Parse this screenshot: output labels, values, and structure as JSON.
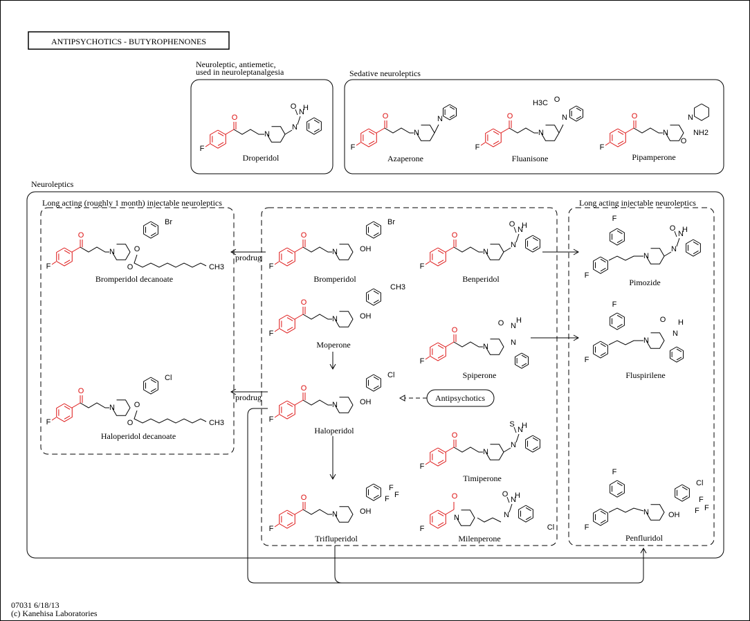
{
  "title": "ANTIPSYCHOTICS - BUTYROPHENONES",
  "footer": {
    "id_date": "07031 6/18/13",
    "copyright": "(c) Kanehisa Laboratories"
  },
  "groups": {
    "neuroleptanalgesia": "Neuroleptic,  antiemetic,\nused in neuroleptanalgesia",
    "sedative": "Sedative neuroleptics",
    "neuroleptics": "Neuroleptics",
    "long_acting_monthly": "Long acting (roughly 1 month) injectable neuroleptics",
    "long_acting": "Long acting injectable neuroleptics"
  },
  "compounds": {
    "droperidol": "Droperidol",
    "azaperone": "Azaperone",
    "fluanisone": "Fluanisone",
    "pipamperone": "Pipamperone",
    "bromperidol_decanoate": "Bromperidol decanoate",
    "haloperidol_decanoate": "Haloperidol decanoate",
    "bromperidol": "Bromperidol",
    "benperidol": "Benperidol",
    "moperone": "Moperone",
    "spiperone": "Spiperone",
    "haloperidol": "Haloperidol",
    "timiperone": "Timiperone",
    "trifluperidol": "Trifluperidol",
    "milenperone": "Milenperone",
    "pimozide": "Pimozide",
    "fluspirilene": "Fluspirilene",
    "penfluridol": "Penfluridol"
  },
  "links": {
    "prodrug": "prodrug",
    "antipsychotics": "Antipsychotics"
  },
  "atoms": {
    "F": "F",
    "N": "N",
    "O": "O",
    "H": "H",
    "OH": "OH",
    "Br": "Br",
    "Cl": "Cl",
    "S": "S",
    "CH3": "CH3",
    "H3C": "H3C",
    "NH2": "NH2",
    "CF3": "F"
  },
  "colors": {
    "core_highlight": "#d11",
    "line": "#000",
    "background": "#ffffff"
  }
}
